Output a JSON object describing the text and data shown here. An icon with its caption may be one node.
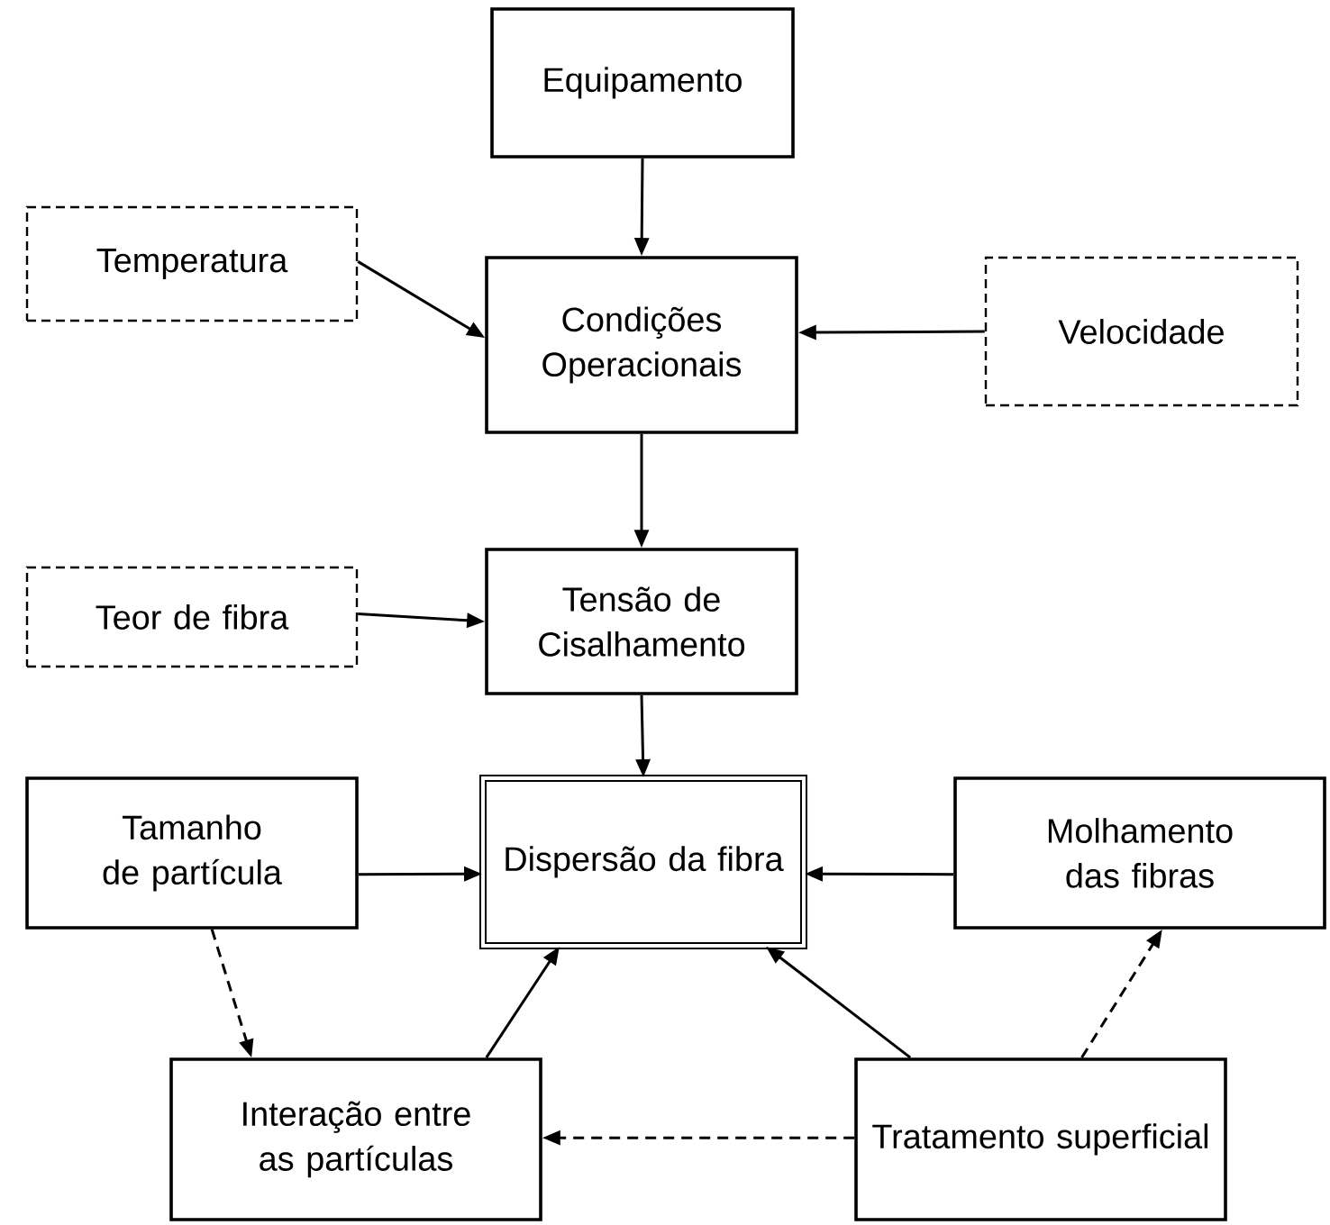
{
  "diagram": {
    "nodes": [
      {
        "text": [
          "Equipamento"
        ]
      },
      {
        "text": [
          "Temperatura"
        ]
      },
      {
        "text": [
          "Condições Operacionais"
        ]
      },
      {
        "text": [
          "Velocidade"
        ]
      },
      {
        "text": [
          "Teor de fibra"
        ]
      },
      {
        "text": [
          "Tensão de Cisalhamento"
        ]
      },
      {
        "text": [
          "Tamanho de partícula"
        ]
      },
      {
        "text": [
          "Dispersão da fibra"
        ]
      },
      {
        "text": [
          "Molhamento das fibras"
        ]
      },
      {
        "text": [
          "Interação entre as partículas"
        ]
      },
      {
        "text": [
          "Tratamento superficial"
        ]
      }
    ],
    "edges": [
      {
        "from": 0,
        "to": 2,
        "arrow": "to"
      },
      {
        "from": 1,
        "to": 2,
        "arrow": "to"
      },
      {
        "from": 3,
        "to": 2,
        "arrow": "to"
      },
      {
        "from": 2,
        "to": 5,
        "arrow": "to"
      },
      {
        "from": 4,
        "to": 5,
        "arrow": "to"
      },
      {
        "from": 5,
        "to": 7,
        "arrow": "to"
      },
      {
        "from": 6,
        "to": 7,
        "arrow": "to"
      },
      {
        "from": 8,
        "to": 7,
        "arrow": "to"
      },
      {
        "from": 6,
        "to": 9,
        "arrow": "to",
        "style": "dashed"
      },
      {
        "from": 9,
        "to": 7,
        "arrow": "to"
      },
      {
        "from": 10,
        "to": 7,
        "arrow": "to"
      },
      {
        "from": 10,
        "to": 8,
        "arrow": "to",
        "style": "dashed"
      },
      {
        "from": 10,
        "to": 9,
        "arrow": "to",
        "style": "dashed"
      }
    ]
  }
}
